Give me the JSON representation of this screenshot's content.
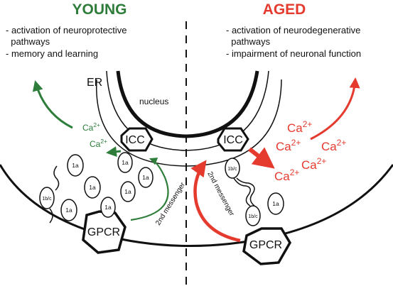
{
  "colors": {
    "young": "#2e7d3a",
    "aged": "#e53a2e",
    "ink": "#111111"
  },
  "young": {
    "title": "YOUNG",
    "bullets": [
      "- activation of neuroprotective",
      "  pathways",
      "- memory and learning"
    ],
    "ca_label": "Ca",
    "ca_sup": "2+",
    "messenger": "2nd messenger"
  },
  "aged": {
    "title": "AGED",
    "bullets": [
      "- activation of neurodegenerative",
      "  pathways",
      "- impairment of neuronal function"
    ],
    "ca_label": "Ca",
    "ca_sup": "2+",
    "messenger": "2nd messenger"
  },
  "labels": {
    "er": "ER",
    "nucleus": "nucleus",
    "icc": "ICC",
    "gpcr": "GPCR",
    "receptor_1a": "1a",
    "receptor_1bc": "1b/c"
  }
}
